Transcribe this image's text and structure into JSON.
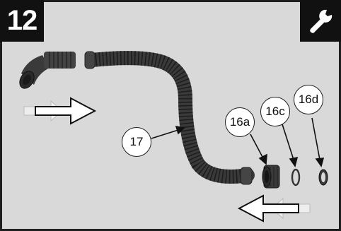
{
  "step": {
    "number": "12"
  },
  "tool_icon": "wrench-icon",
  "callouts": {
    "c17": "17",
    "c16a": "16a",
    "c16c": "16c",
    "c16d": "16d"
  },
  "colors": {
    "background": "#d9d9d9",
    "badge": "#111111",
    "hose": "#3a3a3a",
    "border": "#1f1f1f"
  }
}
